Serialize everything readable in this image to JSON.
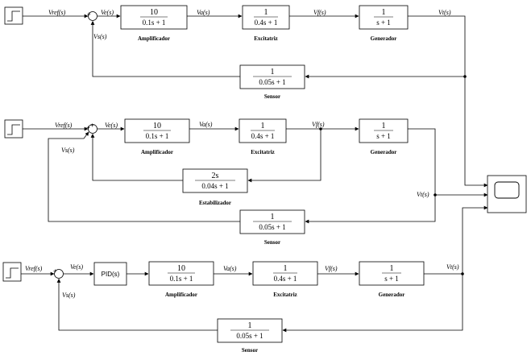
{
  "signals": {
    "vref": "Vref(s)",
    "ve": "Ve(s)",
    "vs": "Vs(s)",
    "va": "Va(s)",
    "vf": "Vf(s)",
    "vt": "Vt(s)"
  },
  "blocks": {
    "amplificador": {
      "label": "Amplificador",
      "num": "10",
      "den": "0.1s + 1"
    },
    "excitatriz": {
      "label": "Excitatriz",
      "num": "1",
      "den": "0.4s + 1"
    },
    "generador": {
      "label": "Generador",
      "num": "1",
      "den": "s + 1"
    },
    "sensor": {
      "label": "Sensor",
      "num": "1",
      "den": "0.05s + 1"
    },
    "estabilizador": {
      "label": "Estabilizador",
      "num": "2s",
      "den": "0.04s + 1"
    },
    "pid": {
      "label": "PID(s)"
    }
  },
  "sum_signs": {
    "plus": "+",
    "minus": "-"
  }
}
